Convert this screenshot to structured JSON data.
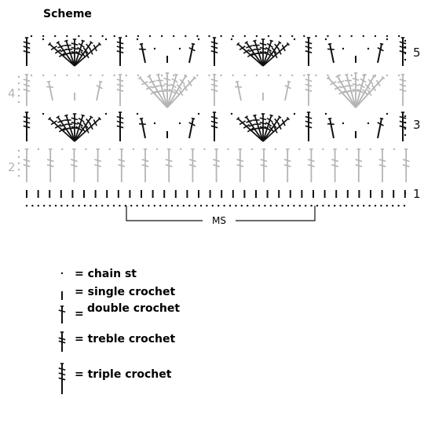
{
  "title": "Scheme",
  "colors": {
    "dark": "#111111",
    "light": "#b4b4b4"
  },
  "rows": [
    {
      "number": "1",
      "side": "right",
      "tone": "dark",
      "kind": "sc"
    },
    {
      "number": "2",
      "side": "left",
      "tone": "light",
      "kind": "dc"
    },
    {
      "number": "3",
      "side": "right",
      "tone": "dark",
      "kind": "fans-a"
    },
    {
      "number": "4",
      "side": "left",
      "tone": "light",
      "kind": "fans-b"
    },
    {
      "number": "5",
      "side": "right",
      "tone": "dark",
      "kind": "fans-a"
    }
  ],
  "repeat_label": "MS",
  "legend": [
    {
      "symbol": "chain-st",
      "label": "= chain st"
    },
    {
      "symbol": "single-crochet",
      "label": "= single crochet"
    },
    {
      "symbol": "double-crochet",
      "label": "double crochet"
    },
    {
      "symbol": "treble-crochet",
      "label": "= treble crochet"
    },
    {
      "symbol": "triple-crochet",
      "label": "= triple crochet"
    }
  ]
}
